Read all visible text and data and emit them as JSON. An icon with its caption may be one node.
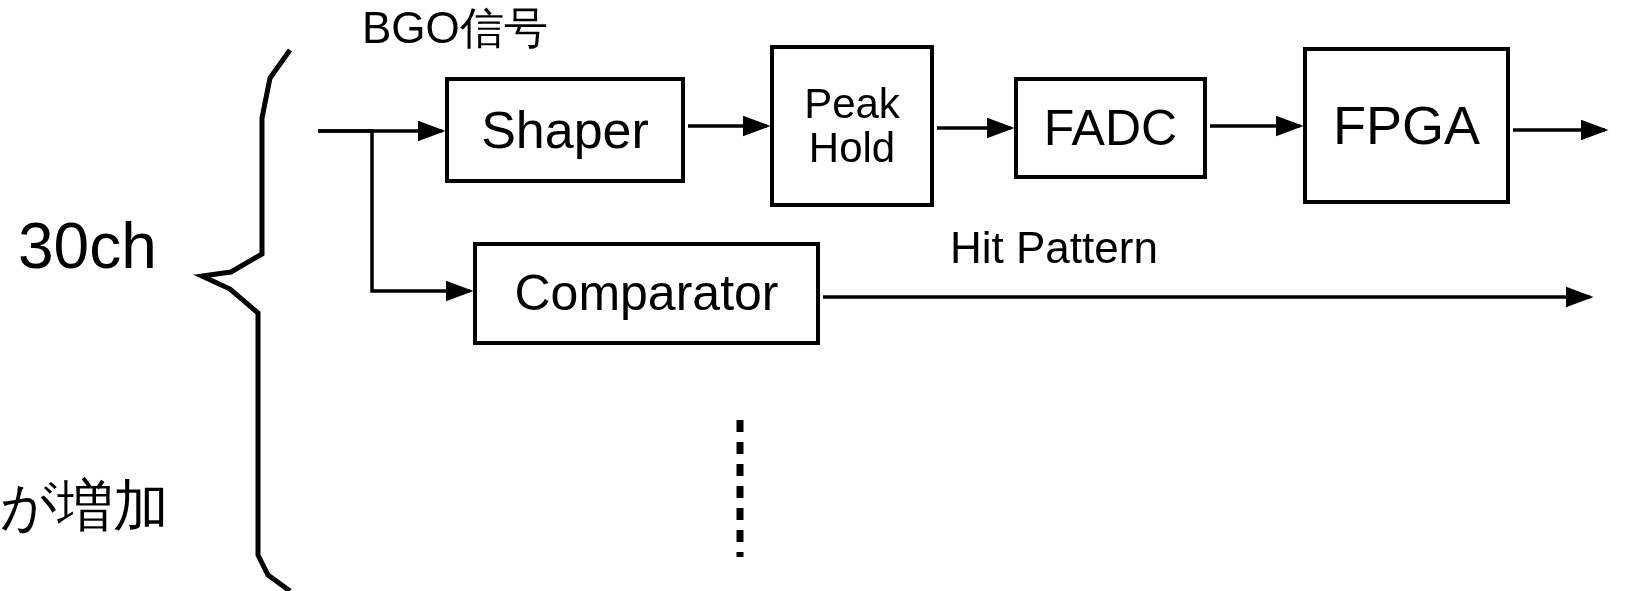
{
  "diagram": {
    "nodes": [
      {
        "text": [
          "Shaper"
        ]
      },
      {
        "text": [
          "Peak Hold"
        ]
      },
      {
        "text": [
          "FADC"
        ]
      },
      {
        "text": [
          "FPGA"
        ]
      },
      {
        "text": [
          "Comparator"
        ]
      }
    ],
    "edges": [
      {
        "from": null,
        "to": 0,
        "arrow": "to",
        "label": "BGO信号"
      },
      {
        "from": null,
        "to": 4,
        "arrow": "to"
      },
      {
        "from": 0,
        "to": 1,
        "arrow": "to"
      },
      {
        "from": 1,
        "to": 2,
        "arrow": "to"
      },
      {
        "from": 2,
        "to": 3,
        "arrow": "to"
      },
      {
        "from": 3,
        "to": null,
        "arrow": "to"
      },
      {
        "from": 4,
        "to": null,
        "arrow": "to",
        "label": "Hit Pattern"
      }
    ],
    "labels": [
      "30ch",
      "が増加"
    ]
  }
}
